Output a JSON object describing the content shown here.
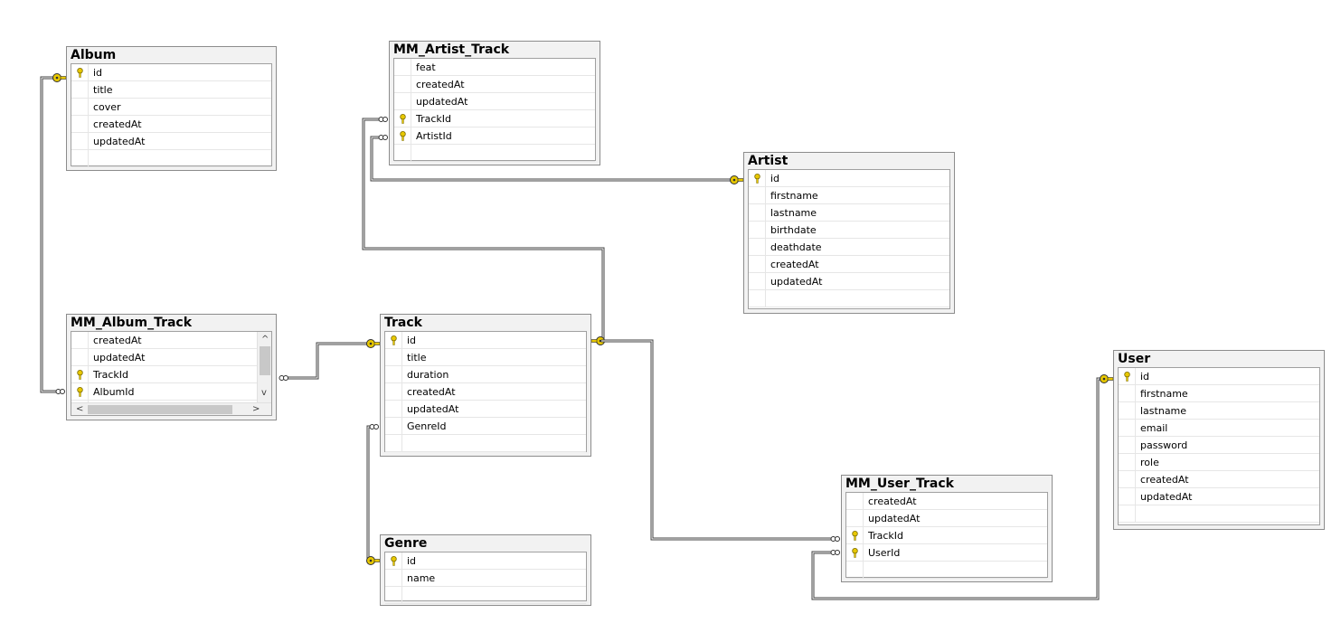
{
  "tables": {
    "album": {
      "title": "Album",
      "columns": [
        {
          "name": "id",
          "key": true
        },
        {
          "name": "title",
          "key": false
        },
        {
          "name": "cover",
          "key": false
        },
        {
          "name": "createdAt",
          "key": false
        },
        {
          "name": "updatedAt",
          "key": false
        }
      ]
    },
    "mm_artist_track": {
      "title": "MM_Artist_Track",
      "columns": [
        {
          "name": "feat",
          "key": false
        },
        {
          "name": "createdAt",
          "key": false
        },
        {
          "name": "updatedAt",
          "key": false
        },
        {
          "name": "TrackId",
          "key": true
        },
        {
          "name": "ArtistId",
          "key": true
        }
      ]
    },
    "artist": {
      "title": "Artist",
      "columns": [
        {
          "name": "id",
          "key": true
        },
        {
          "name": "firstname",
          "key": false
        },
        {
          "name": "lastname",
          "key": false
        },
        {
          "name": "birthdate",
          "key": false
        },
        {
          "name": "deathdate",
          "key": false
        },
        {
          "name": "createdAt",
          "key": false
        },
        {
          "name": "updatedAt",
          "key": false
        }
      ]
    },
    "mm_album_track": {
      "title": "MM_Album_Track",
      "columns": [
        {
          "name": "createdAt",
          "key": false
        },
        {
          "name": "updatedAt",
          "key": false
        },
        {
          "name": "TrackId",
          "key": true
        },
        {
          "name": "AlbumId",
          "key": true
        }
      ]
    },
    "track": {
      "title": "Track",
      "columns": [
        {
          "name": "id",
          "key": true
        },
        {
          "name": "title",
          "key": false
        },
        {
          "name": "duration",
          "key": false
        },
        {
          "name": "createdAt",
          "key": false
        },
        {
          "name": "updatedAt",
          "key": false
        },
        {
          "name": "GenreId",
          "key": false
        }
      ]
    },
    "genre": {
      "title": "Genre",
      "columns": [
        {
          "name": "id",
          "key": true
        },
        {
          "name": "name",
          "key": false
        }
      ]
    },
    "mm_user_track": {
      "title": "MM_User_Track",
      "columns": [
        {
          "name": "createdAt",
          "key": false
        },
        {
          "name": "updatedAt",
          "key": false
        },
        {
          "name": "TrackId",
          "key": true
        },
        {
          "name": "UserId",
          "key": true
        }
      ]
    },
    "user": {
      "title": "User",
      "columns": [
        {
          "name": "id",
          "key": true
        },
        {
          "name": "firstname",
          "key": false
        },
        {
          "name": "lastname",
          "key": false
        },
        {
          "name": "email",
          "key": false
        },
        {
          "name": "password",
          "key": false
        },
        {
          "name": "role",
          "key": false
        },
        {
          "name": "createdAt",
          "key": false
        },
        {
          "name": "updatedAt",
          "key": false
        }
      ]
    }
  },
  "colors": {
    "key": "#e8c800",
    "key_outline": "#7a6a00",
    "line": "#404040",
    "header_bg": "#f2f2f2"
  },
  "icons": {
    "primary_key": "key-icon",
    "one_end": "key-endpoint-icon",
    "many_end": "infinity-endpoint-icon",
    "scroll_up": "chevron-up-icon",
    "scroll_down": "chevron-down-icon",
    "scroll_left": "chevron-left-icon",
    "scroll_right": "chevron-right-icon"
  },
  "glyphs": {
    "scroll_up": "^",
    "scroll_down": "v",
    "scroll_left": "<",
    "scroll_right": ">"
  }
}
